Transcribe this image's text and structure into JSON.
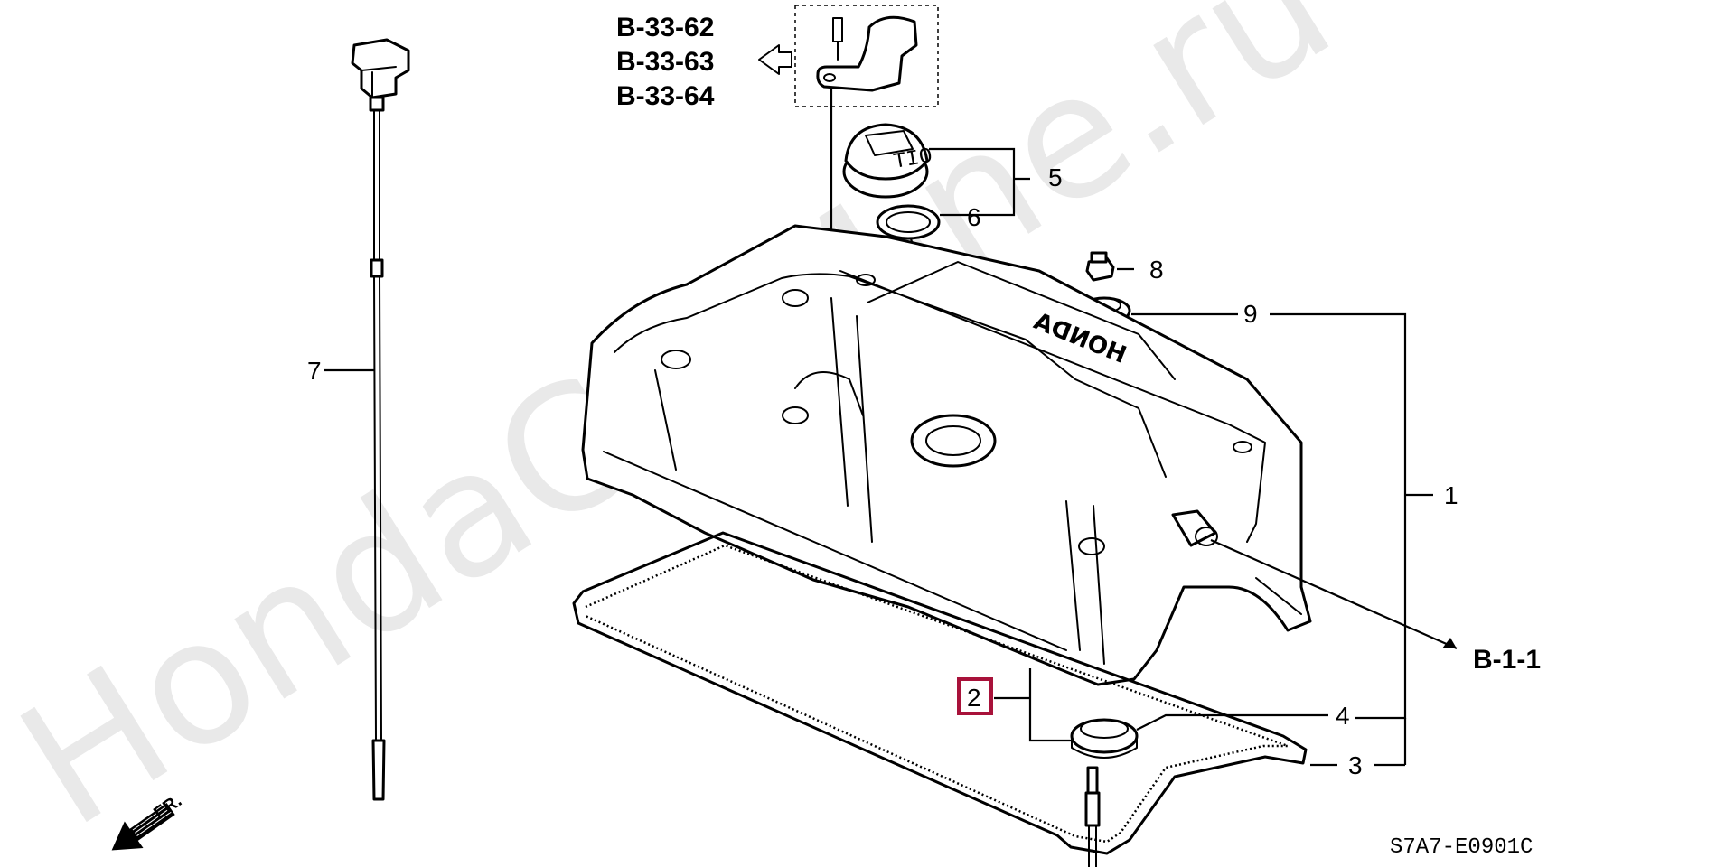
{
  "watermark": "HondaCarMine.ru",
  "references": [
    "B-33-62",
    "B-33-63",
    "B-33-64",
    "B-1-1"
  ],
  "callouts": {
    "cover": "1",
    "seal_set": "2",
    "gasket": "3",
    "plug_seal": "4",
    "cap_assy": "5",
    "cap_gasket": "6",
    "dipstick": "7",
    "nut": "8",
    "washer": "9"
  },
  "cover_brand": "HONDA",
  "front_marker": "FR.",
  "diagram_code": "S7A7-E0901C",
  "colors": {
    "highlight": "#a8123a",
    "ink": "#000000",
    "watermark": "#e9e9e9"
  }
}
